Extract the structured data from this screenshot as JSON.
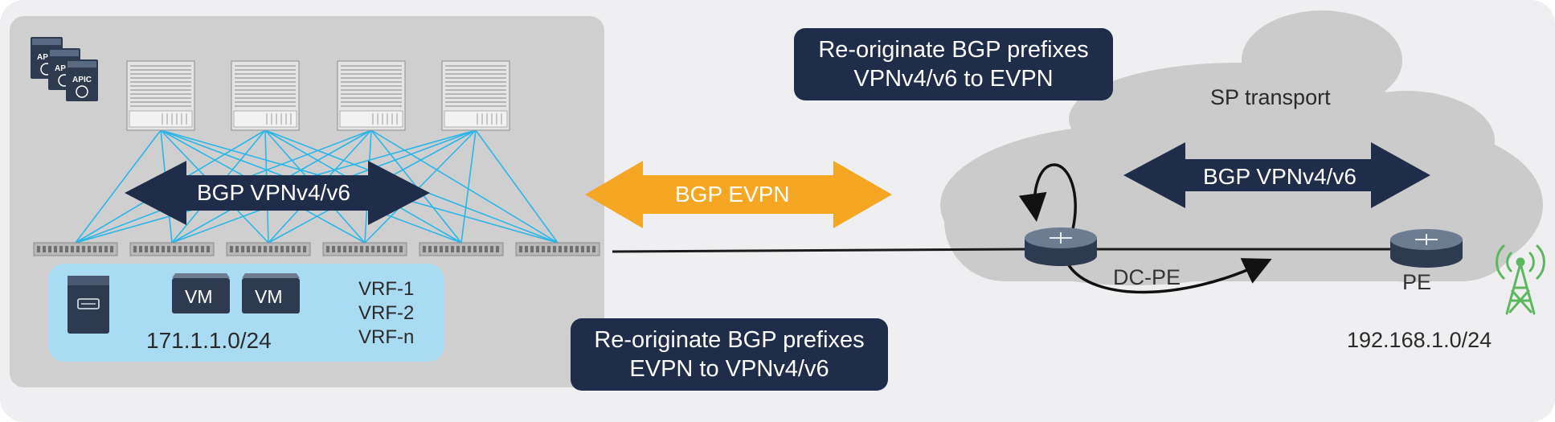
{
  "colors": {
    "background": "#efeff1",
    "dc_panel": "#cfcfcf",
    "subnet_box": "#a9dbf2",
    "cloud": "#cbcbcb",
    "navy": "#1f2d4a",
    "orange": "#f5a623",
    "fabric_links": "#29b6e8",
    "tower": "#5cb85c"
  },
  "apic": {
    "labels": [
      "APIC",
      "APIC",
      "APIC"
    ],
    "icon": "apic-server-icon"
  },
  "vm_labels": [
    "VM",
    "VM"
  ],
  "subnet_left": "171.1.1.0/24",
  "vrfs": [
    "VRF-1",
    "VRF-2",
    "VRF-n"
  ],
  "fabric_arrow": "BGP VPNv4/v6",
  "evpn_arrow": "BGP EVPN",
  "top_box": {
    "line1": "Re-originate BGP prefixes",
    "line2": "VPNv4/v6 to EVPN"
  },
  "bottom_box": {
    "line1": "Re-originate BGP prefixes",
    "line2": "EVPN to VPNv4/v6"
  },
  "cloud_label": "SP transport",
  "sp_arrow": "BGP VPNv4/v6",
  "dc_pe_label": "DC-PE",
  "pe_label": "PE",
  "subnet_right": "192.168.1.0/24",
  "icons": [
    "spine-switch-icon",
    "leaf-switch-icon",
    "server-icon",
    "router-icon",
    "cell-tower-icon"
  ]
}
